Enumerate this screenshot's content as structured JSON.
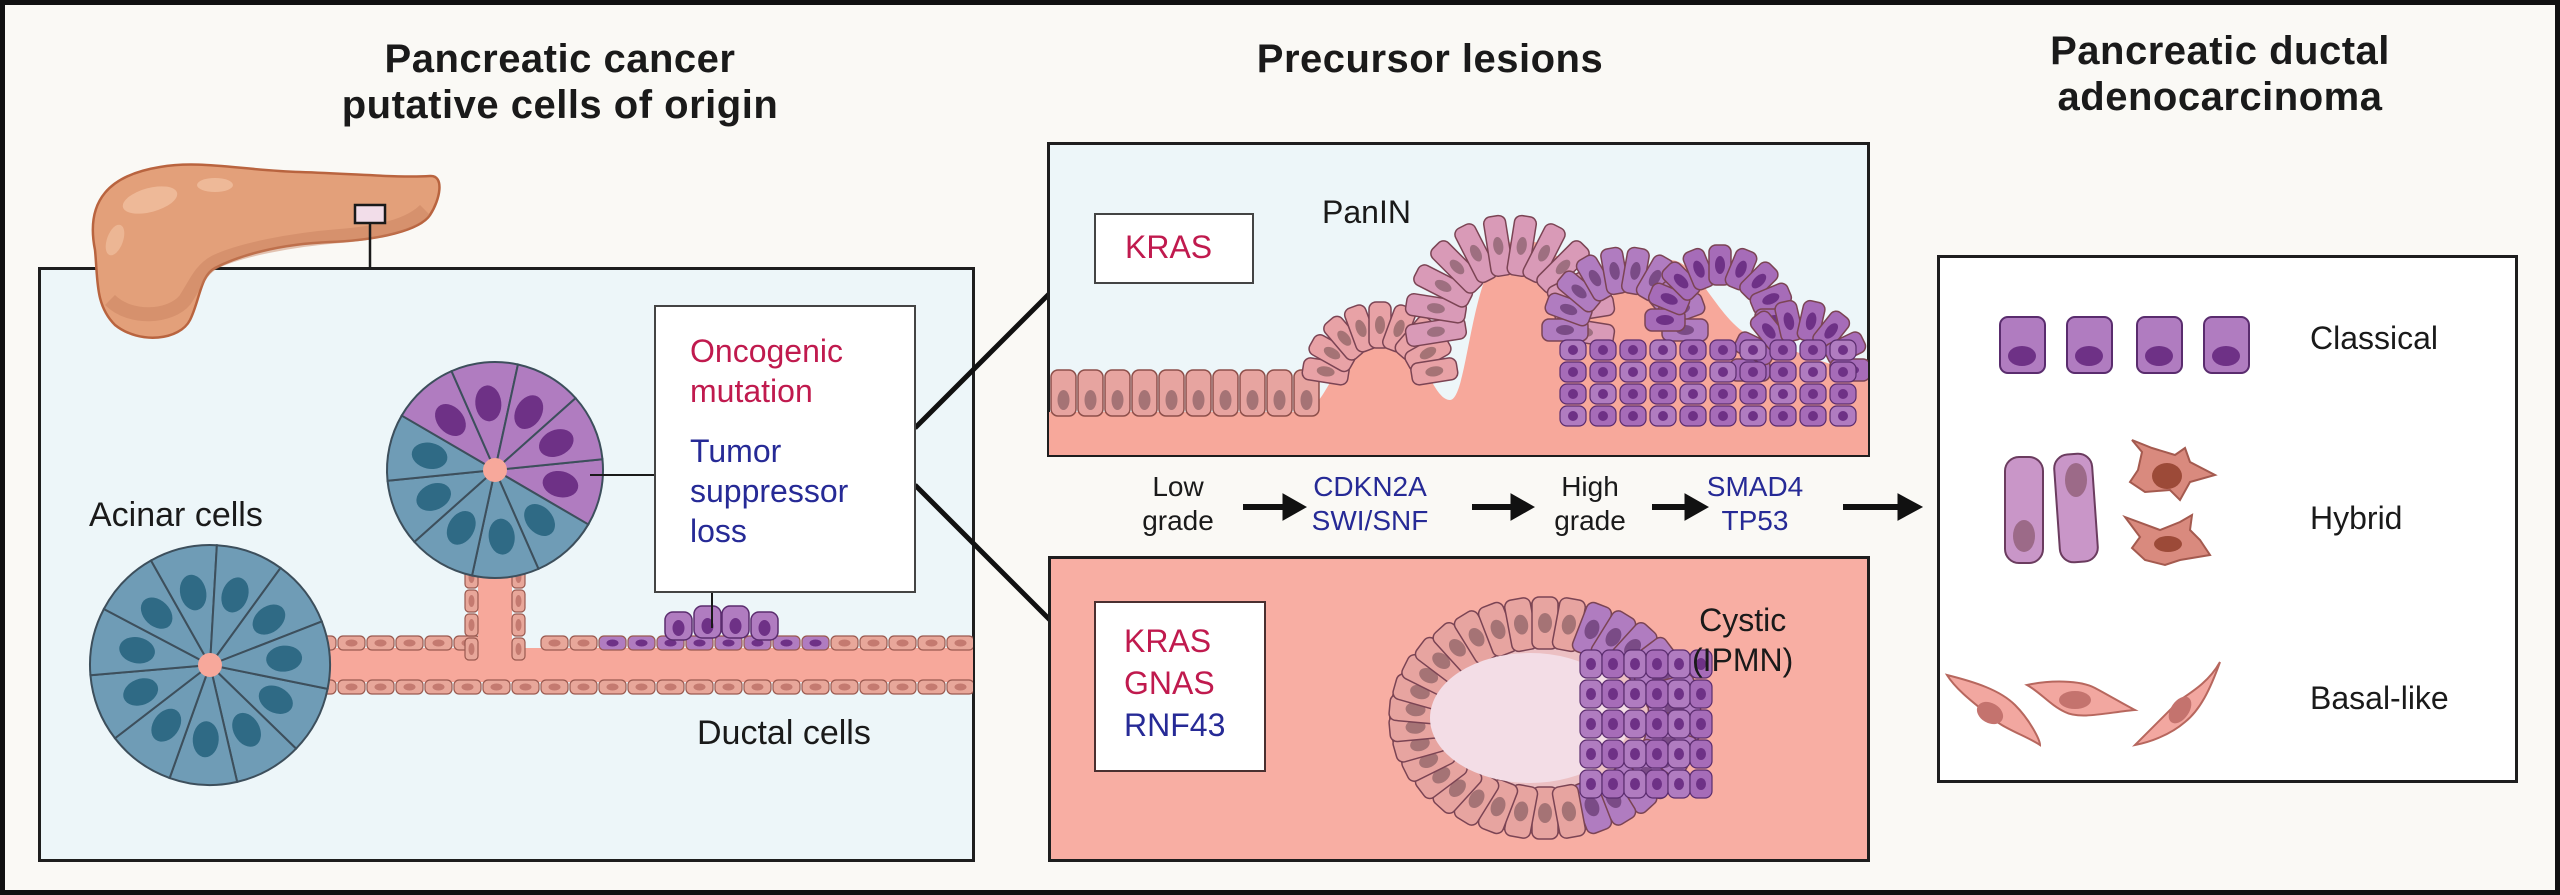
{
  "colors": {
    "frame": "#111111",
    "background": "#faf9f5",
    "panel_light_blue": "#edf6f9",
    "panel_salmon": "#f8aea3",
    "stroma": "#f7a89b",
    "oncogene_red": "#c01a4e",
    "tumor_suppressor_blue": "#262a96",
    "acinar_blue": "#6f9cb6",
    "acinar_nucleus": "#2f6a85",
    "mutant_purple": "#b07cc0",
    "mutant_nucleus": "#6e3186",
    "ductal_pink": "#e7a4a0",
    "pancreas_orange": "#e3a07a",
    "mesenchymal_coral": "#d9887e"
  },
  "sections": {
    "origin": {
      "title_line1": "Pancreatic cancer",
      "title_line2": "putative cells of origin",
      "acinar_label": "Acinar cells",
      "ductal_label": "Ductal cells",
      "callout": {
        "oncogenic_line1": "Oncogenic",
        "oncogenic_line2": "mutation",
        "suppressor_line1": "Tumor",
        "suppressor_line2": "suppressor",
        "suppressor_line3": "loss"
      }
    },
    "precursor": {
      "title": "Precursor lesions",
      "panin": {
        "label": "PanIN",
        "genes": [
          "KRAS"
        ]
      },
      "progression": {
        "stage1_line1": "Low",
        "stage1_line2": "grade",
        "genes1_line1": "CDKN2A",
        "genes1_line2": "SWI/SNF",
        "stage2_line1": "High",
        "stage2_line2": "grade",
        "genes2_line1": "SMAD4",
        "genes2_line2": "TP53"
      },
      "ipmn": {
        "label_line1": "Cystic",
        "label_line2": "(IPMN)",
        "genes_red": [
          "KRAS",
          "GNAS"
        ],
        "genes_blue": [
          "RNF43"
        ]
      }
    },
    "pdac": {
      "title_line1": "Pancreatic ductal",
      "title_line2": "adenocarcinoma",
      "subtypes": [
        "Classical",
        "Hybrid",
        "Basal-like"
      ]
    }
  }
}
